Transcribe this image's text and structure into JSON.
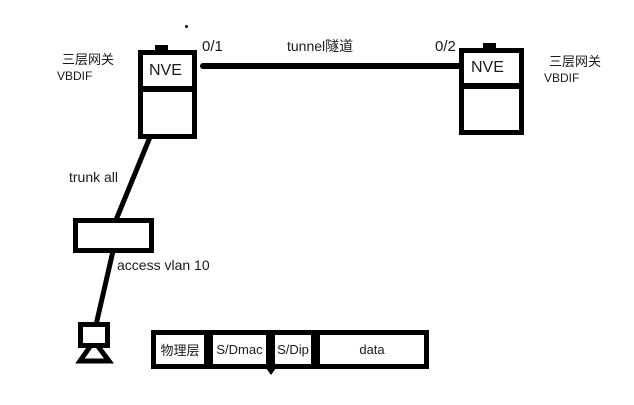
{
  "colors": {
    "ink": "#000000",
    "background": "#ffffff",
    "text": "#1a1a1a"
  },
  "nodes": {
    "left_gateway": {
      "title": "三层网关",
      "subtitle": "VBDIF"
    },
    "right_gateway": {
      "title": "三层网关",
      "subtitle": "VBDIF"
    },
    "left_nve": {
      "label": "NVE",
      "port": "0/1"
    },
    "right_nve": {
      "label": "NVE",
      "port": "0/2"
    }
  },
  "links": {
    "tunnel": {
      "label": "tunnel隧道"
    },
    "trunk": {
      "label": "trunk all"
    },
    "access": {
      "label": "access vlan 10"
    }
  },
  "packet_frame": {
    "fields": [
      "物理层",
      "S/Dmac",
      "S/Dip",
      "data"
    ]
  }
}
